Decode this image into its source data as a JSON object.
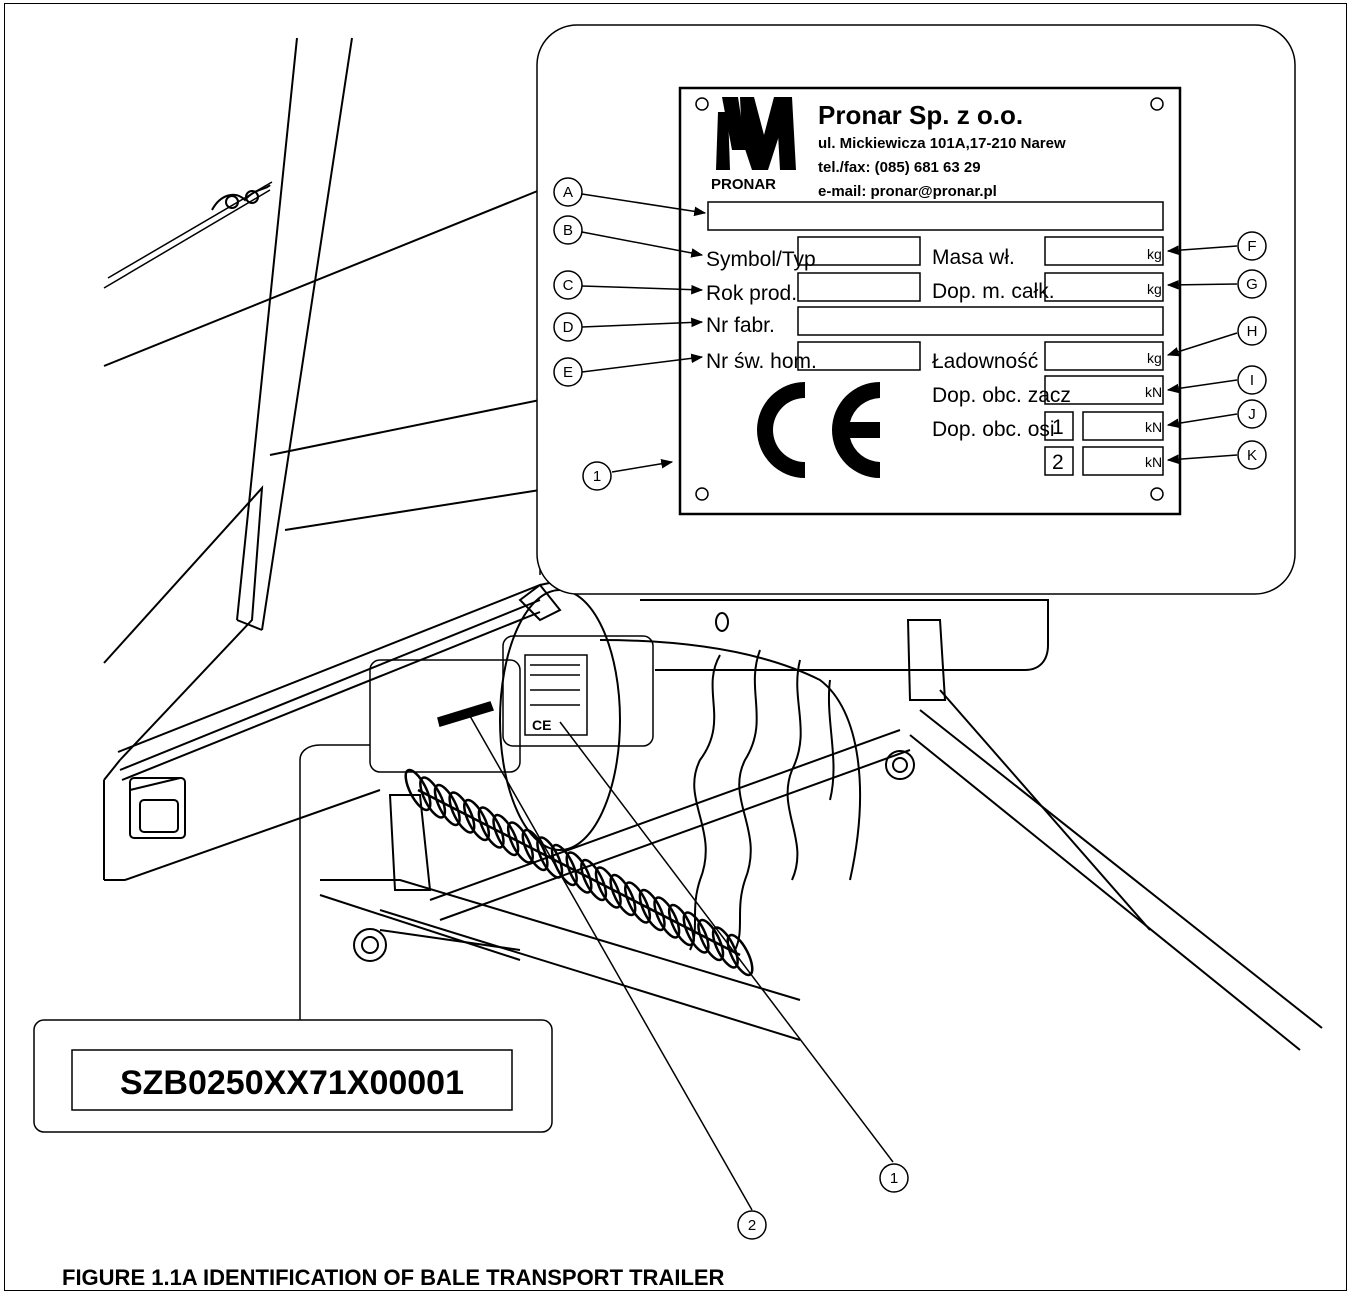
{
  "plate": {
    "company": "Pronar Sp. z o.o.",
    "address": "ul. Mickiewicza 101A,17-210 Narew",
    "phone": "tel./fax: (085) 681 63 29",
    "email": "e-mail: pronar@pronar.pl",
    "logo_text": "PRONAR",
    "ce_mark": "CE",
    "fields": {
      "symbol": "Symbol/Typ",
      "year": "Rok prod.",
      "serial": "Nr fabr.",
      "approval": "Nr św. hom.",
      "mass": "Masa wł.",
      "gross": "Dop. m. całk.",
      "capacity": "Ładowność",
      "hitch_load": "Dop. obc. zacz",
      "axle_load": "Dop. obc. osi"
    },
    "units": {
      "kg": "kg",
      "kn": "kN"
    },
    "axle_numbers": [
      "1",
      "2"
    ]
  },
  "callouts": {
    "A": "A",
    "B": "B",
    "C": "C",
    "D": "D",
    "E": "E",
    "F": "F",
    "G": "G",
    "H": "H",
    "I": "I",
    "J": "J",
    "K": "K",
    "one": "1",
    "two": "2"
  },
  "vin_label": "SZB0250XX71X00001",
  "caption": "FIGURE 1.1A  IDENTIFICATION OF BALE TRANSPORT TRAILER",
  "colors": {
    "line": "#000000",
    "background": "#ffffff"
  }
}
